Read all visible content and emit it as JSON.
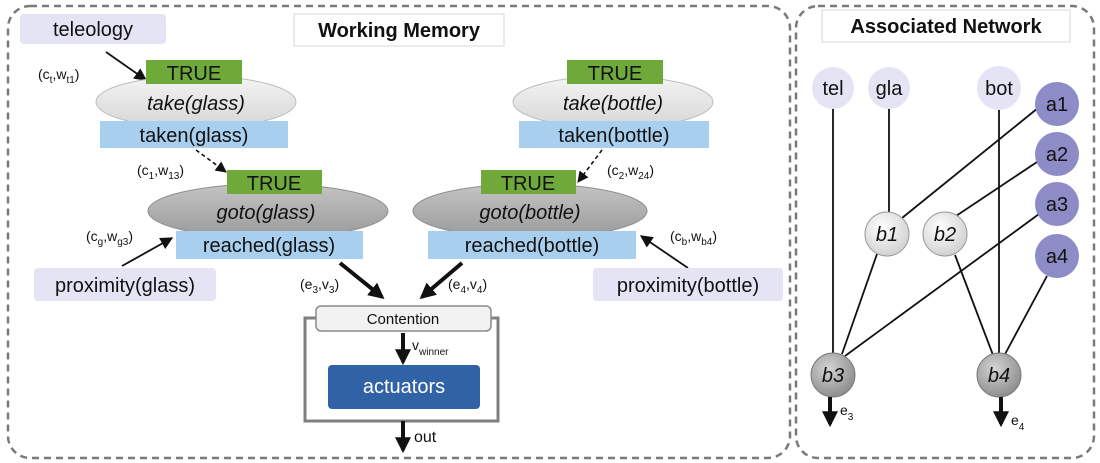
{
  "colors": {
    "true_green": "#6fa93a",
    "blue_box": "#a9cfee",
    "lavender_box": "#e4e4f5",
    "purple_node": "#8d8cc7",
    "gray_node": "#a9a9a9",
    "actuator_blue": "#3262a6"
  },
  "working_memory": {
    "title": "Working Memory",
    "teleology": "teleology",
    "take_glass": {
      "status": "TRUE",
      "name": "take(glass)",
      "effect": "taken(glass)"
    },
    "take_bottle": {
      "status": "TRUE",
      "name": "take(bottle)",
      "effect": "taken(bottle)"
    },
    "goto_glass": {
      "status": "TRUE",
      "name": "goto(glass)",
      "effect": "reached(glass)"
    },
    "goto_bottle": {
      "status": "TRUE",
      "name": "goto(bottle)",
      "effect": "reached(bottle)"
    },
    "proximity_glass": "proximity(glass)",
    "proximity_bottle": "proximity(bottle)",
    "contention": "Contention",
    "actuators": "actuators",
    "out": "out",
    "weights": {
      "ct_wt1": {
        "open": "(c",
        "s1": "t",
        "mid": ",w",
        "s2": "t1",
        "close": ")"
      },
      "c1_w13": {
        "open": "(c",
        "s1": "1",
        "mid": ",w",
        "s2": "13",
        "close": ")"
      },
      "c2_w24": {
        "open": "(c",
        "s1": "2",
        "mid": ",w",
        "s2": "24",
        "close": ")"
      },
      "cg_wg3": {
        "open": "(c",
        "s1": "g",
        "mid": ",w",
        "s2": "g3",
        "close": ")"
      },
      "cb_wb4": {
        "open": "(c",
        "s1": "b",
        "mid": ",w",
        "s2": "b4",
        "close": ")"
      },
      "e3_v3": {
        "open": "(e",
        "s1": "3",
        "mid": ",v",
        "s2": "3",
        "close": ")"
      },
      "e4_v4": {
        "open": "(e",
        "s1": "4",
        "mid": ",v",
        "s2": "4",
        "close": ")"
      },
      "v_winner": {
        "main": "v",
        "sub": "winner"
      }
    }
  },
  "associated_network": {
    "title": "Associated Network",
    "nodes": {
      "tel": "tel",
      "gla": "gla",
      "bot": "bot",
      "a1": "a1",
      "a2": "a2",
      "a3": "a3",
      "a4": "a4",
      "b1": "b1",
      "b2": "b2",
      "b3": "b3",
      "b4": "b4"
    },
    "outputs": {
      "e3": {
        "main": "e",
        "sub": "3"
      },
      "e4": {
        "main": "e",
        "sub": "4"
      }
    }
  }
}
